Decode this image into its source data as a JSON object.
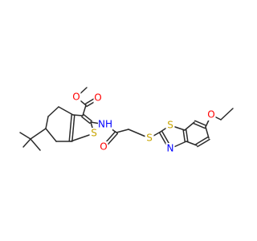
{
  "molecule": {
    "atoms": [
      {
        "id": "c_me",
        "element": "C",
        "label": "",
        "color": "#2b2b2b"
      },
      {
        "id": "o_me",
        "element": "O",
        "label": "O",
        "color": "#ff0000"
      },
      {
        "id": "c_est",
        "element": "C",
        "label": "",
        "color": "#2b2b2b"
      },
      {
        "id": "o_dbl",
        "element": "O",
        "label": "O",
        "color": "#ff0000"
      },
      {
        "id": "c3",
        "element": "C",
        "label": "",
        "color": "#2b2b2b"
      },
      {
        "id": "c3a",
        "element": "C",
        "label": "",
        "color": "#2b2b2b"
      },
      {
        "id": "c4",
        "element": "C",
        "label": "",
        "color": "#2b2b2b"
      },
      {
        "id": "c5",
        "element": "C",
        "label": "",
        "color": "#2b2b2b"
      },
      {
        "id": "c6",
        "element": "C",
        "label": "",
        "color": "#2b2b2b"
      },
      {
        "id": "c7",
        "element": "C",
        "label": "",
        "color": "#2b2b2b"
      },
      {
        "id": "c7a",
        "element": "C",
        "label": "",
        "color": "#2b2b2b"
      },
      {
        "id": "s1",
        "element": "S",
        "label": "S",
        "color": "#c8a400"
      },
      {
        "id": "c2",
        "element": "C",
        "label": "",
        "color": "#2b2b2b"
      },
      {
        "id": "tb_c",
        "element": "C",
        "label": "",
        "color": "#2b2b2b"
      },
      {
        "id": "tb_m1",
        "element": "C",
        "label": "",
        "color": "#2b2b2b"
      },
      {
        "id": "tb_m2",
        "element": "C",
        "label": "",
        "color": "#2b2b2b"
      },
      {
        "id": "tb_m3",
        "element": "C",
        "label": "",
        "color": "#2b2b2b"
      },
      {
        "id": "n_h",
        "element": "N",
        "label": "NH",
        "color": "#0000ff"
      },
      {
        "id": "c_am",
        "element": "C",
        "label": "",
        "color": "#2b2b2b"
      },
      {
        "id": "o_am",
        "element": "O",
        "label": "O",
        "color": "#ff0000"
      },
      {
        "id": "c_ch2",
        "element": "C",
        "label": "",
        "color": "#2b2b2b"
      },
      {
        "id": "s_link",
        "element": "S",
        "label": "S",
        "color": "#c8a400"
      },
      {
        "id": "bt_c2",
        "element": "C",
        "label": "",
        "color": "#2b2b2b"
      },
      {
        "id": "bt_s",
        "element": "S",
        "label": "S",
        "color": "#c8a400"
      },
      {
        "id": "bt_n",
        "element": "N",
        "label": "N",
        "color": "#0000ff"
      },
      {
        "id": "bt_c7a",
        "element": "C",
        "label": "",
        "color": "#2b2b2b"
      },
      {
        "id": "bt_c3a",
        "element": "C",
        "label": "",
        "color": "#2b2b2b"
      },
      {
        "id": "bt_c4",
        "element": "C",
        "label": "",
        "color": "#2b2b2b"
      },
      {
        "id": "bt_c5",
        "element": "C",
        "label": "",
        "color": "#2b2b2b"
      },
      {
        "id": "bt_c6",
        "element": "C",
        "label": "",
        "color": "#2b2b2b"
      },
      {
        "id": "bt_c7",
        "element": "C",
        "label": "",
        "color": "#2b2b2b"
      },
      {
        "id": "o_eth",
        "element": "O",
        "label": "O",
        "color": "#ff0000"
      },
      {
        "id": "c_eth1",
        "element": "C",
        "label": "",
        "color": "#2b2b2b"
      },
      {
        "id": "c_eth2",
        "element": "C",
        "label": "",
        "color": "#2b2b2b"
      }
    ],
    "bonds": [
      {
        "a": "c_me",
        "b": "o_me",
        "order": 1
      },
      {
        "a": "o_me",
        "b": "c_est",
        "order": 1
      },
      {
        "a": "c_est",
        "b": "o_dbl",
        "order": 2
      },
      {
        "a": "c_est",
        "b": "c3",
        "order": 1
      },
      {
        "a": "c3",
        "b": "c3a",
        "order": 1
      },
      {
        "a": "c3a",
        "b": "c4",
        "order": 1
      },
      {
        "a": "c4",
        "b": "c5",
        "order": 1
      },
      {
        "a": "c5",
        "b": "c6",
        "order": 1
      },
      {
        "a": "c6",
        "b": "c7",
        "order": 1
      },
      {
        "a": "c7",
        "b": "c7a",
        "order": 1
      },
      {
        "a": "c7a",
        "b": "c3a",
        "order": 2
      },
      {
        "a": "c7a",
        "b": "s1",
        "order": 1
      },
      {
        "a": "s1",
        "b": "c2",
        "order": 1
      },
      {
        "a": "c2",
        "b": "c3",
        "order": 2
      },
      {
        "a": "c6",
        "b": "tb_c",
        "order": 1
      },
      {
        "a": "tb_c",
        "b": "tb_m1",
        "order": 1
      },
      {
        "a": "tb_c",
        "b": "tb_m2",
        "order": 1
      },
      {
        "a": "tb_c",
        "b": "tb_m3",
        "order": 1
      },
      {
        "a": "c2",
        "b": "n_h",
        "order": 1
      },
      {
        "a": "n_h",
        "b": "c_am",
        "order": 1
      },
      {
        "a": "c_am",
        "b": "o_am",
        "order": 2
      },
      {
        "a": "c_am",
        "b": "c_ch2",
        "order": 1
      },
      {
        "a": "c_ch2",
        "b": "s_link",
        "order": 1
      },
      {
        "a": "s_link",
        "b": "bt_c2",
        "order": 1
      },
      {
        "a": "bt_c2",
        "b": "bt_s",
        "order": 1
      },
      {
        "a": "bt_c2",
        "b": "bt_n",
        "order": 2
      },
      {
        "a": "bt_s",
        "b": "bt_c7a",
        "order": 1
      },
      {
        "a": "bt_n",
        "b": "bt_c3a",
        "order": 1
      },
      {
        "a": "bt_c3a",
        "b": "bt_c7a",
        "order": 2
      },
      {
        "a": "bt_c3a",
        "b": "bt_c4",
        "order": 1
      },
      {
        "a": "bt_c4",
        "b": "bt_c5",
        "order": 2
      },
      {
        "a": "bt_c5",
        "b": "bt_c6",
        "order": 1
      },
      {
        "a": "bt_c6",
        "b": "bt_c7",
        "order": 2
      },
      {
        "a": "bt_c7",
        "b": "bt_c7a",
        "order": 1
      },
      {
        "a": "bt_c6",
        "b": "o_eth",
        "order": 1
      },
      {
        "a": "o_eth",
        "b": "c_eth1",
        "order": 1
      },
      {
        "a": "c_eth1",
        "b": "c_eth2",
        "order": 1
      }
    ]
  }
}
